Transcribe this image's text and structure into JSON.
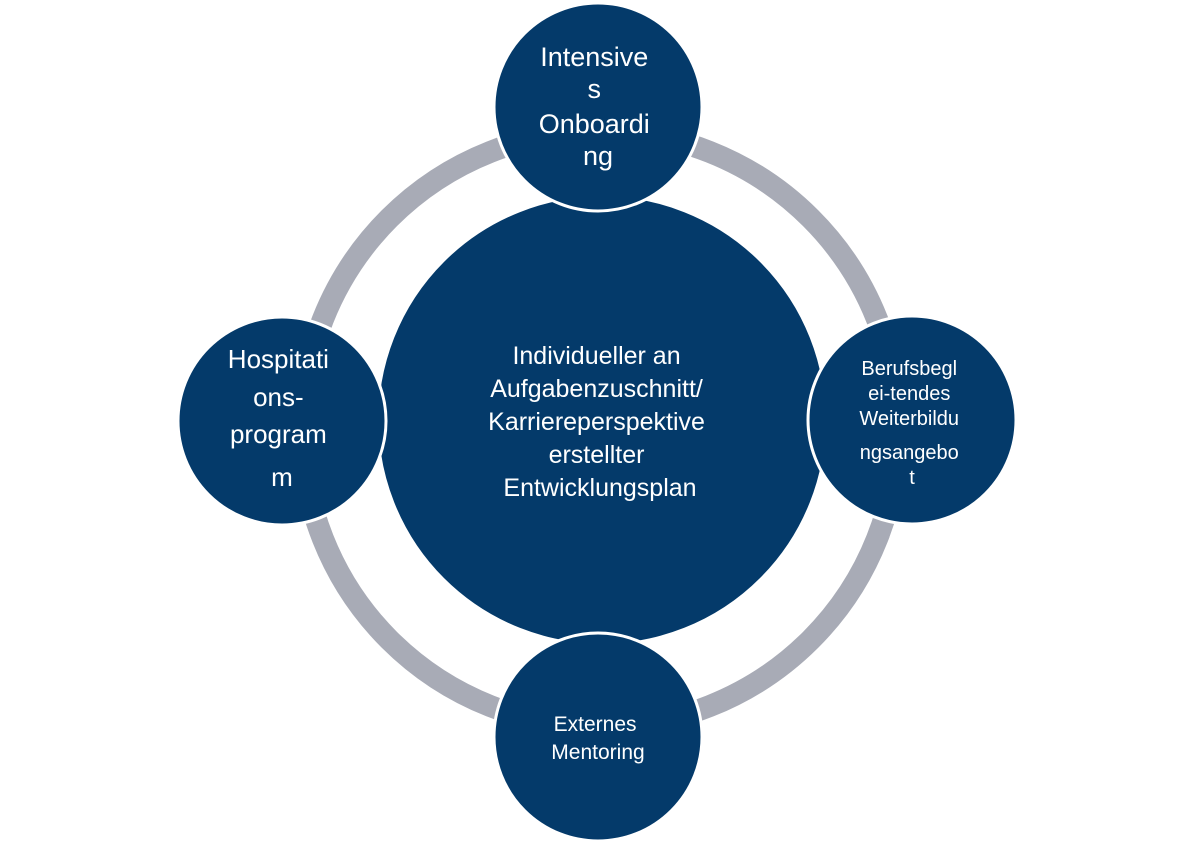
{
  "colors": {
    "node_fill": "#043a6a",
    "node_stroke": "#ffffff",
    "ring": "#a8abb6",
    "text": "#ffffff",
    "background": "#ffffff"
  },
  "center": {
    "lines": [
      "Individueller  an",
      "Aufgabenzuschnitt/",
      "Karriereperspektive",
      "erstellter",
      "Entwicklungsplan"
    ]
  },
  "nodes": {
    "top": {
      "lines": [
        "Intensive",
        "s",
        "Onboardi",
        "ng"
      ]
    },
    "right": {
      "lines": [
        "Berufsbegl",
        "ei-tendes",
        "Weiterbildu",
        "ngsangebo",
        "t"
      ]
    },
    "bottom": {
      "lines": [
        "Externes",
        "Mentoring"
      ]
    },
    "left": {
      "lines": [
        "Hospitati",
        "ons-",
        "program",
        "m"
      ]
    }
  }
}
